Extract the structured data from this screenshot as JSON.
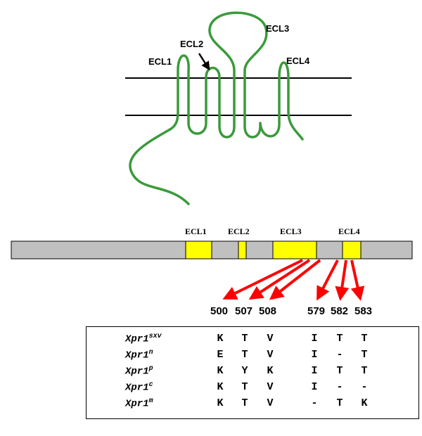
{
  "topology": {
    "loop_labels": [
      "ECL1",
      "ECL2",
      "ECL3",
      "ECL4"
    ]
  },
  "bar": {
    "segment_labels": [
      "ECL1",
      "ECL2",
      "ECL3",
      "ECL4"
    ]
  },
  "positions": [
    "500",
    "507",
    "508",
    "579",
    "582",
    "583"
  ],
  "table": {
    "rows": [
      {
        "base": "Xpr1",
        "sup": "sxv",
        "residues": [
          "K",
          "T",
          "V",
          "I",
          "T",
          "T"
        ]
      },
      {
        "base": "Xpr1",
        "sup": "n",
        "residues": [
          "E",
          "T",
          "V",
          "I",
          "-",
          "T"
        ]
      },
      {
        "base": "Xpr1",
        "sup": "p",
        "residues": [
          "K",
          "Y",
          "K",
          "I",
          "T",
          "T"
        ]
      },
      {
        "base": "Xpr1",
        "sup": "c",
        "residues": [
          "K",
          "T",
          "V",
          "I",
          "-",
          "-"
        ]
      },
      {
        "base": "Xpr1",
        "sup": "m",
        "residues": [
          "K",
          "T",
          "V",
          "-",
          "T",
          "K"
        ]
      }
    ]
  },
  "colors": {
    "protein_line": "#3a9a3a",
    "membrane": "#000000",
    "bar_fill": "#c0c0c0",
    "ecl_fill": "#ffff00",
    "arrow": "#ff0000"
  }
}
